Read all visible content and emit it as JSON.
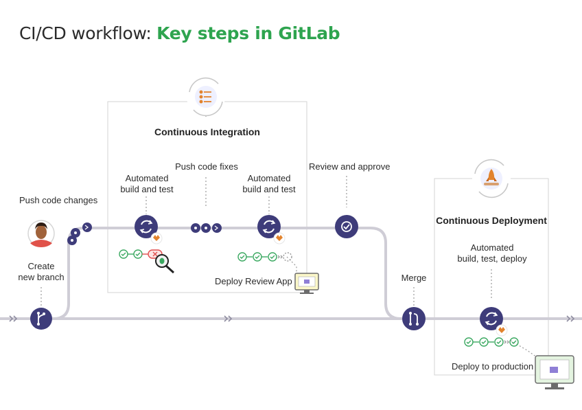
{
  "title": {
    "prefix": "CI/CD workflow: ",
    "highlight": "Key steps in GitLab"
  },
  "colors": {
    "node": "#3e3c7a",
    "track": "#cfcdd6",
    "green": "#3aa860",
    "red": "#e24e4e",
    "orange": "#e2832d",
    "box_border": "#d3d3d3",
    "title_accent": "#2ea44f"
  },
  "ci_box": {
    "title": "Continuous Integration"
  },
  "cd_box": {
    "title": "Continuous Deployment"
  },
  "labels": {
    "push_code_changes": "Push code changes",
    "create_branch_line1": "Create",
    "create_branch_line2": "new branch",
    "automated_1_line1": "Automated",
    "automated_1_line2": "build and test",
    "push_code_fixes": "Push code fixes",
    "automated_2_line1": "Automated",
    "automated_2_line2": "build and test",
    "review_approve": "Review and approve",
    "deploy_review_app": "Deploy Review App",
    "merge": "Merge",
    "automated_3_line1": "Automated",
    "automated_3_line2": "build, test, deploy",
    "deploy_production": "Deploy to production"
  },
  "icons": [
    "user-avatar-icon",
    "branch-icon",
    "commit-icon",
    "sync-icon",
    "check-icon",
    "merge-icon",
    "fox-icon",
    "bug-icon",
    "magnifier-icon",
    "monitor-icon",
    "checklist-icon",
    "rocket-icon",
    "chevron-double-right-icon"
  ]
}
